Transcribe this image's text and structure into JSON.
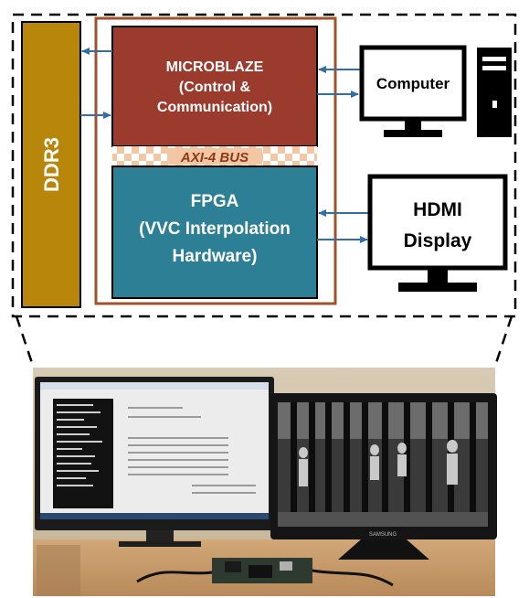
{
  "diagram": {
    "ddr3_label": "DDR3",
    "microblaze": {
      "line1": "MICROBLAZE",
      "line2": "(Control &",
      "line3": "Communication)"
    },
    "bus_label": "AXI-4 BUS",
    "fpga": {
      "line1": "FPGA",
      "line2": "(VVC Interpolation",
      "line3": "Hardware)"
    },
    "computer_label": "Computer",
    "hdmi": {
      "line1": "HDMI",
      "line2": "Display"
    }
  },
  "photo": {
    "monitor_brand": "SAMSUNG"
  },
  "colors": {
    "ddr3": "#b8860b",
    "microblaze": "#9b3b2e",
    "fpga": "#2c7f95",
    "outer_frame": "#a0522d",
    "bus_checker": "#f4c7a4",
    "arrows": "#2f6fa5"
  },
  "icons": [
    "computer-monitor-icon",
    "computer-tower-icon",
    "hdmi-monitor-icon"
  ]
}
